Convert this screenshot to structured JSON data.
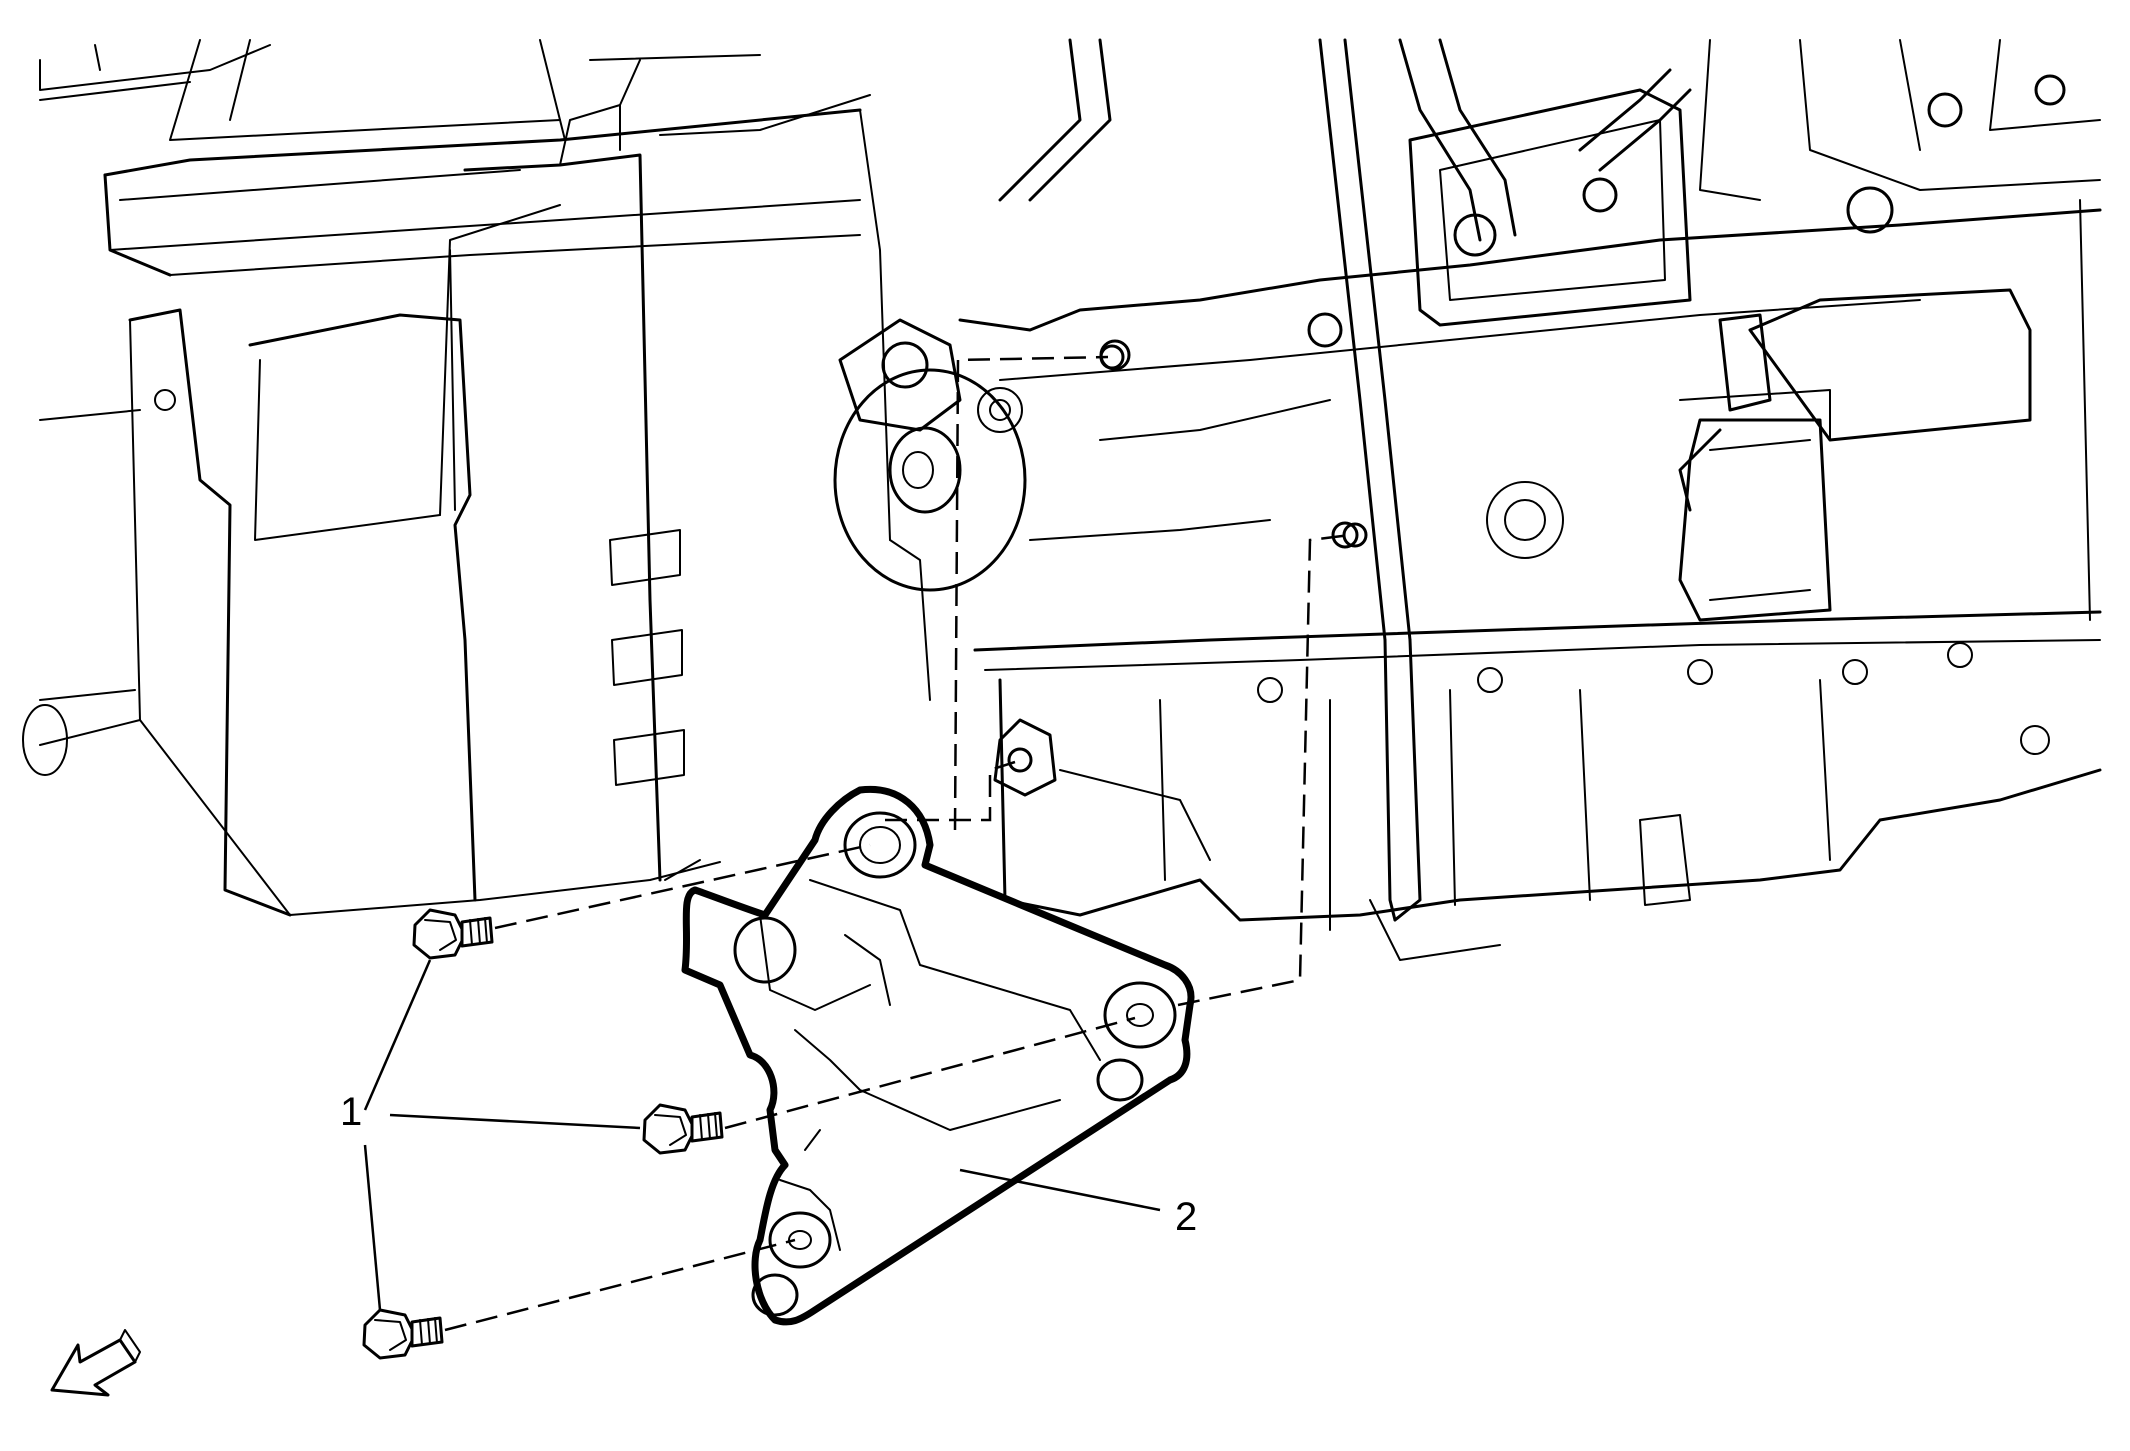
{
  "diagram": {
    "callouts": [
      {
        "id": "1",
        "label": "1"
      },
      {
        "id": "2",
        "label": "2"
      }
    ],
    "icons": {
      "orientation_arrow": "front-direction-arrow-icon"
    },
    "colors": {
      "line": "#000000",
      "background": "#ffffff"
    }
  }
}
